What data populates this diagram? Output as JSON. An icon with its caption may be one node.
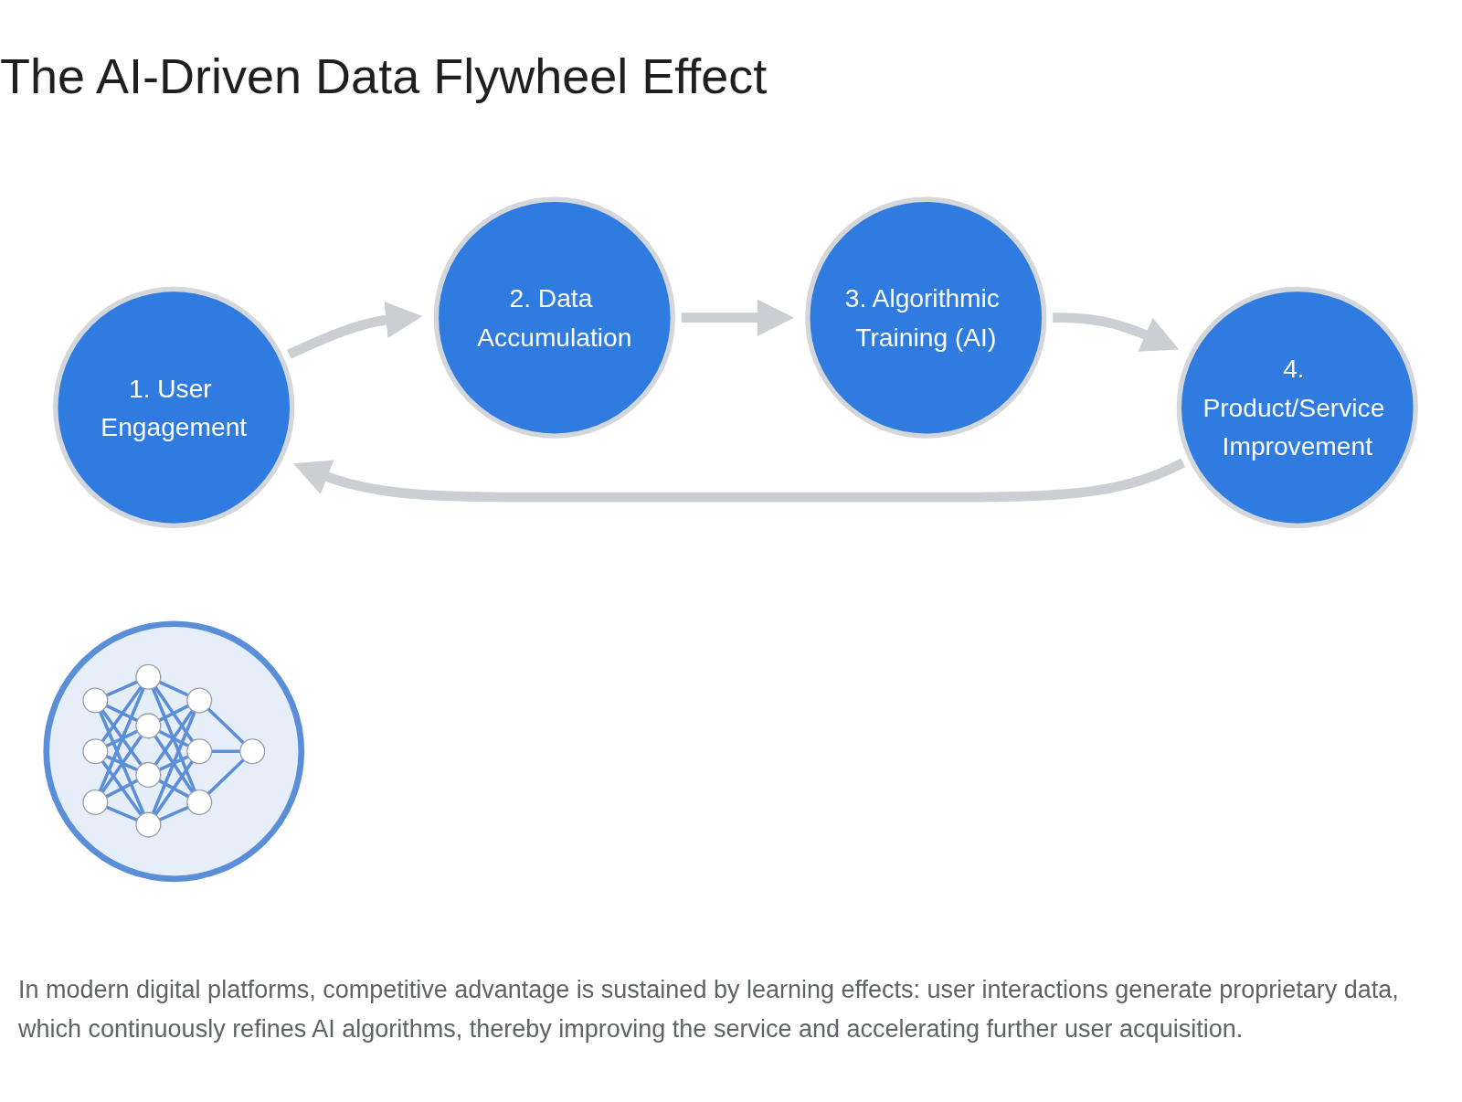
{
  "diagram": {
    "title": "The AI-Driven Data Flywheel Effect",
    "caption": "In modern digital platforms, competitive advantage is sustained by learning effects: user interactions generate proprietary data, which continuously refines AI algorithms, thereby improving the service and accelerating further user acquisition.",
    "nodes": [
      {
        "text": [
          "1. User Engagement"
        ]
      },
      {
        "text": [
          "2. Data Accumulation"
        ]
      },
      {
        "text": [
          "3. Algorithmic Training (AI)"
        ]
      },
      {
        "text": [
          "4. Product/Service Improvement"
        ]
      },
      {
        "text": [],
        "shape": "picture"
      }
    ],
    "edges": [
      {
        "from": 0,
        "to": 1,
        "arrow": "to"
      },
      {
        "from": 1,
        "to": 2,
        "arrow": "to"
      },
      {
        "from": 2,
        "to": 3,
        "arrow": "to"
      },
      {
        "from": 3,
        "to": 0,
        "arrow": "to"
      }
    ]
  }
}
